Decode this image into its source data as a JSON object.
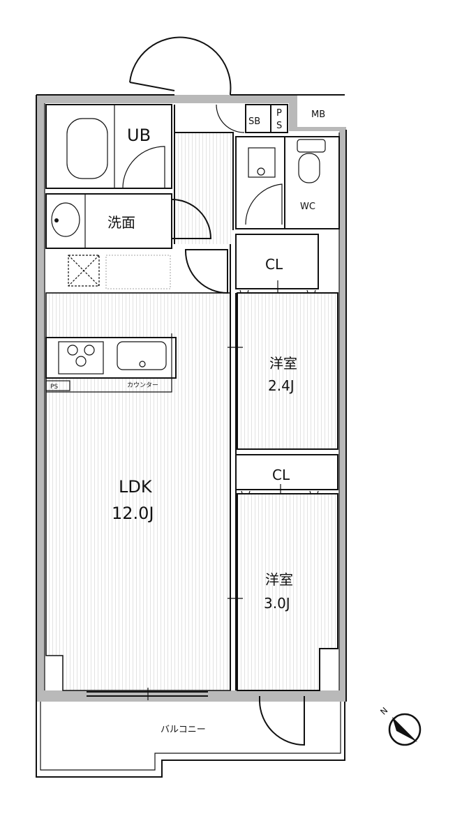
{
  "rooms": {
    "ub": "UB",
    "senmen": "洗面",
    "wc": "WC",
    "sb": "SB",
    "ps_p": "P",
    "ps_s": "S",
    "mb": "MB",
    "cl1": "CL",
    "cl2": "CL",
    "yoshitsu1_name": "洋室",
    "yoshitsu1_size": "2.4J",
    "yoshitsu2_name": "洋室",
    "yoshitsu2_size": "3.0J",
    "ldk_name": "LDK",
    "ldk_size": "12.0J",
    "counter": "カウンター",
    "ps_kitchen": "PS",
    "balcony": "バルコニー"
  },
  "compass": {
    "label": "N"
  },
  "colors": {
    "wall": "#b9b9b9",
    "line": "#111111"
  }
}
